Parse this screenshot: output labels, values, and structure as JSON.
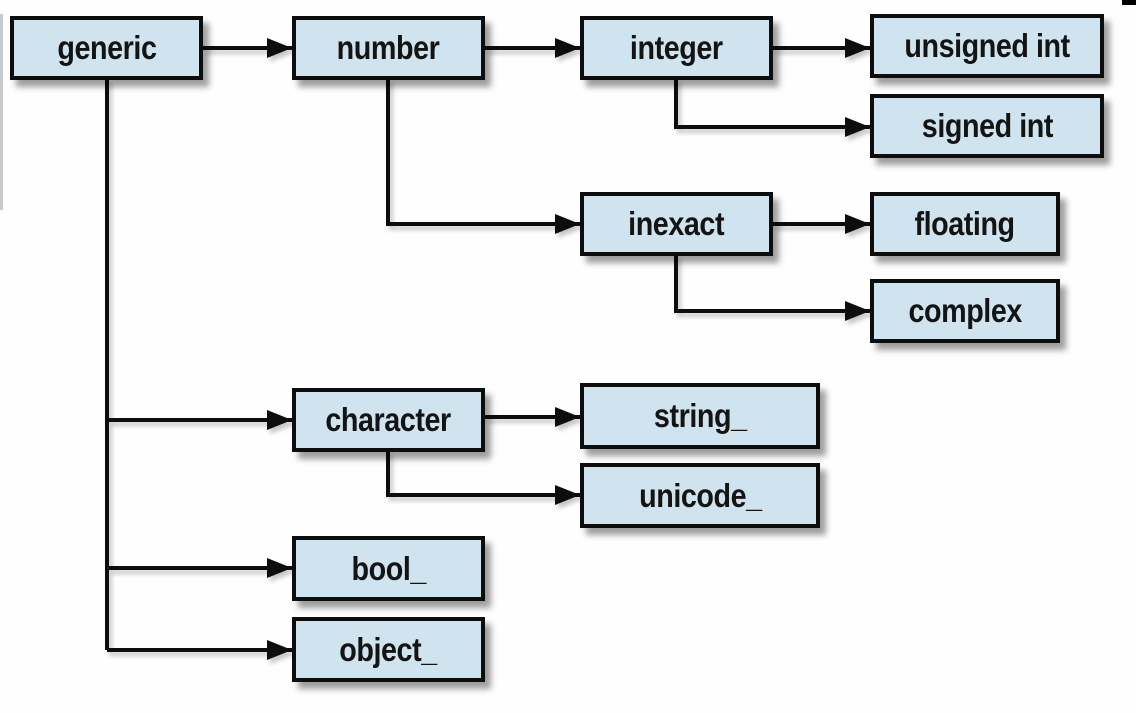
{
  "diagram": {
    "type": "hierarchy-tree",
    "nodes": {
      "generic": {
        "label": "generic"
      },
      "number": {
        "label": "number"
      },
      "integer": {
        "label": "integer"
      },
      "unsigned_int": {
        "label": "unsigned int"
      },
      "signed_int": {
        "label": "signed int"
      },
      "inexact": {
        "label": "inexact"
      },
      "floating": {
        "label": "floating"
      },
      "complex": {
        "label": "complex"
      },
      "character": {
        "label": "character"
      },
      "string": {
        "label": "string_"
      },
      "unicode": {
        "label": "unicode_"
      },
      "bool": {
        "label": "bool_"
      },
      "object": {
        "label": "object_"
      }
    },
    "edges": [
      {
        "from": "generic",
        "to": "number"
      },
      {
        "from": "number",
        "to": "integer"
      },
      {
        "from": "integer",
        "to": "unsigned_int"
      },
      {
        "from": "integer",
        "to": "signed_int"
      },
      {
        "from": "number",
        "to": "inexact"
      },
      {
        "from": "inexact",
        "to": "floating"
      },
      {
        "from": "inexact",
        "to": "complex"
      },
      {
        "from": "generic",
        "to": "character"
      },
      {
        "from": "character",
        "to": "string"
      },
      {
        "from": "character",
        "to": "unicode"
      },
      {
        "from": "generic",
        "to": "bool"
      },
      {
        "from": "generic",
        "to": "object"
      }
    ],
    "colors": {
      "background": "#fefefe",
      "box_fill": "#cfe4ee",
      "box_border": "#0d0d0d",
      "line": "#0d0d0d",
      "text": "#141414"
    }
  }
}
